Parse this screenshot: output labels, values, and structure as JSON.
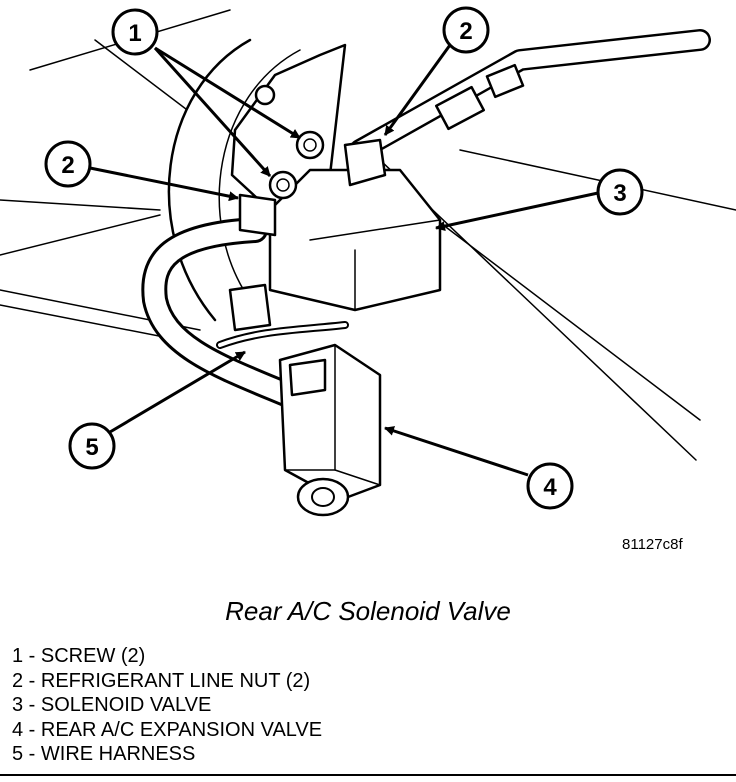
{
  "figure": {
    "id": "81127c8f",
    "callouts": [
      "1",
      "2",
      "2",
      "3",
      "4",
      "5"
    ]
  },
  "caption": "Rear A/C Solenoid Valve",
  "legend": [
    "1 - SCREW (2)",
    "2 - REFRIGERANT LINE NUT (2)",
    "3 - SOLENOID VALVE",
    "4 - REAR A/C EXPANSION VALVE",
    "5 - WIRE HARNESS"
  ]
}
